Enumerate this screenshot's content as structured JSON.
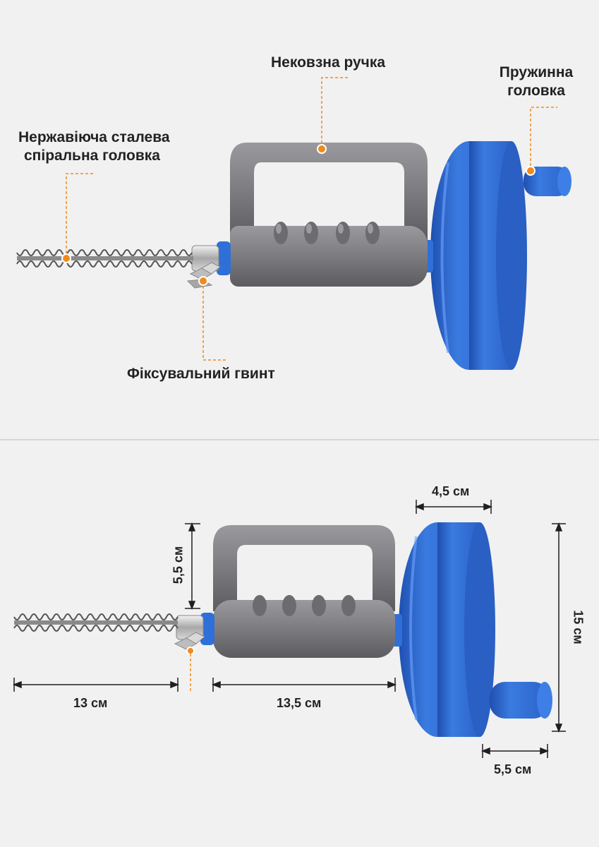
{
  "colors": {
    "accent_orange": "#f08a1c",
    "drum_blue": "#2f6fd8",
    "handle_gray": "#7e7e82",
    "background": "#f1f1f1"
  },
  "top_panel": {
    "labels": {
      "handle": "Нековзна ручка",
      "spring_head_line1": "Пружинна",
      "spring_head_line2": "головка",
      "spiral_head_line1": "Нержавіюча сталева",
      "spiral_head_line2": "спіральна головка",
      "lock_screw": "Фіксувальний гвинт"
    }
  },
  "bottom_panel": {
    "dimensions": {
      "drum_width": "4,5 см",
      "handle_height": "5,5 см",
      "drum_diameter": "15 см",
      "spiral_length": "13 см",
      "body_length": "13,5 см",
      "crank_length": "5,5 см"
    }
  }
}
